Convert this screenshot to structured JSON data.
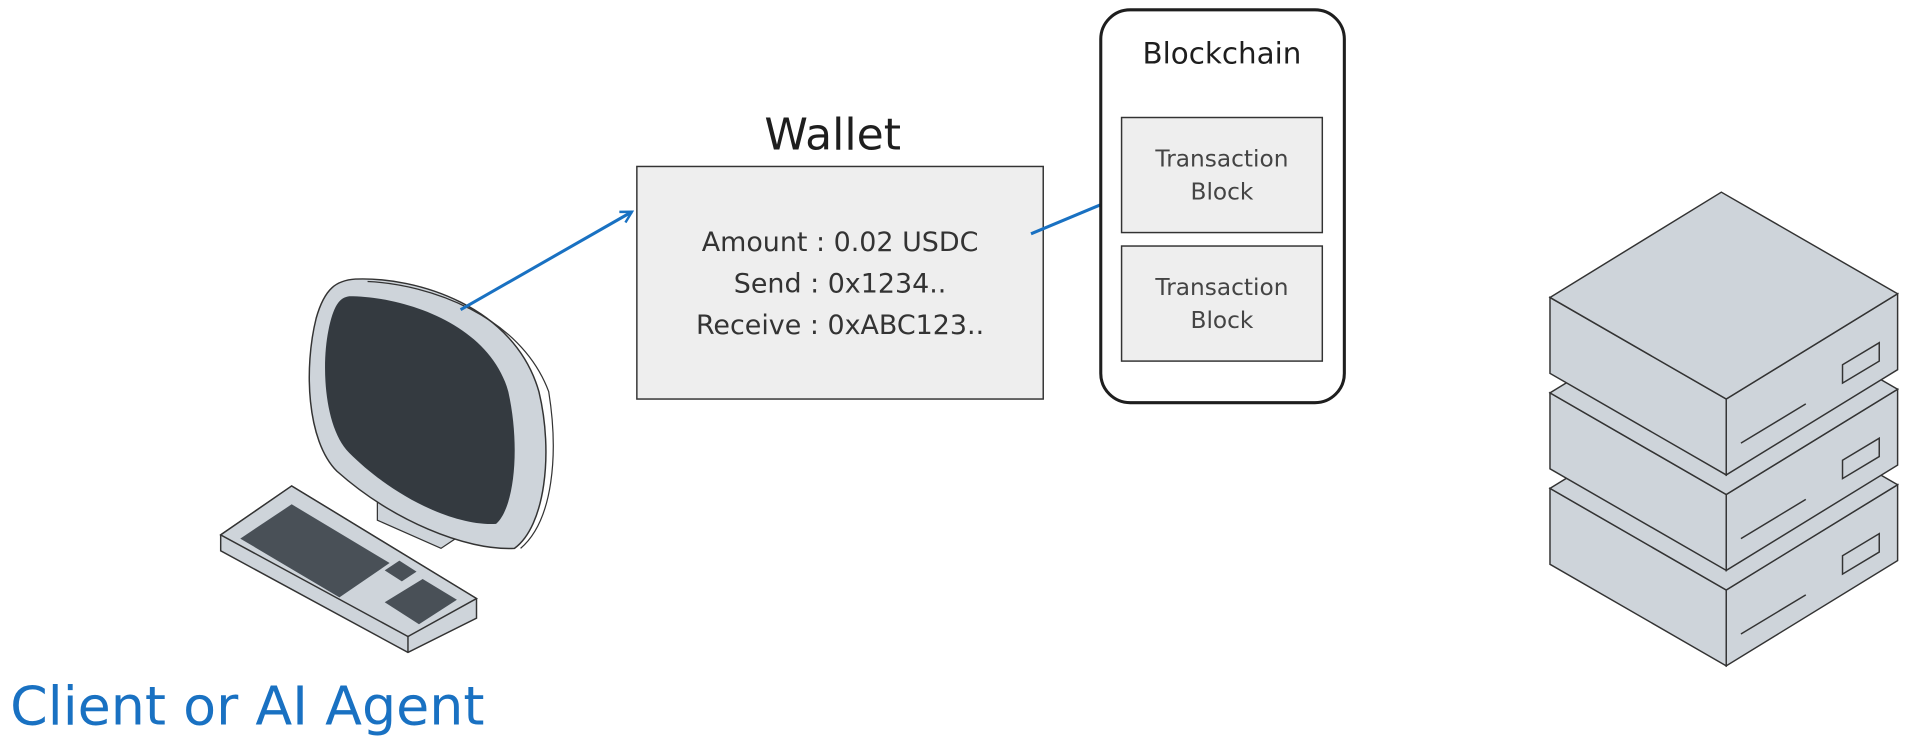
{
  "wallet": {
    "title": "Wallet",
    "lines": [
      "Amount : 0.02 USDC",
      "Send : 0x1234..",
      "Receive : 0xABC123.."
    ]
  },
  "blockchain": {
    "title": "Blockchain",
    "blocks": [
      {
        "line1": "Transaction",
        "line2": "Block"
      },
      {
        "line1": "Transaction",
        "line2": "Block"
      }
    ]
  },
  "client": {
    "label": "Client or AI Agent"
  },
  "colors": {
    "accent": "#1971c2",
    "box_fill": "#eeeeee",
    "server_fill": "#ced4da",
    "screen": "#343a40"
  }
}
